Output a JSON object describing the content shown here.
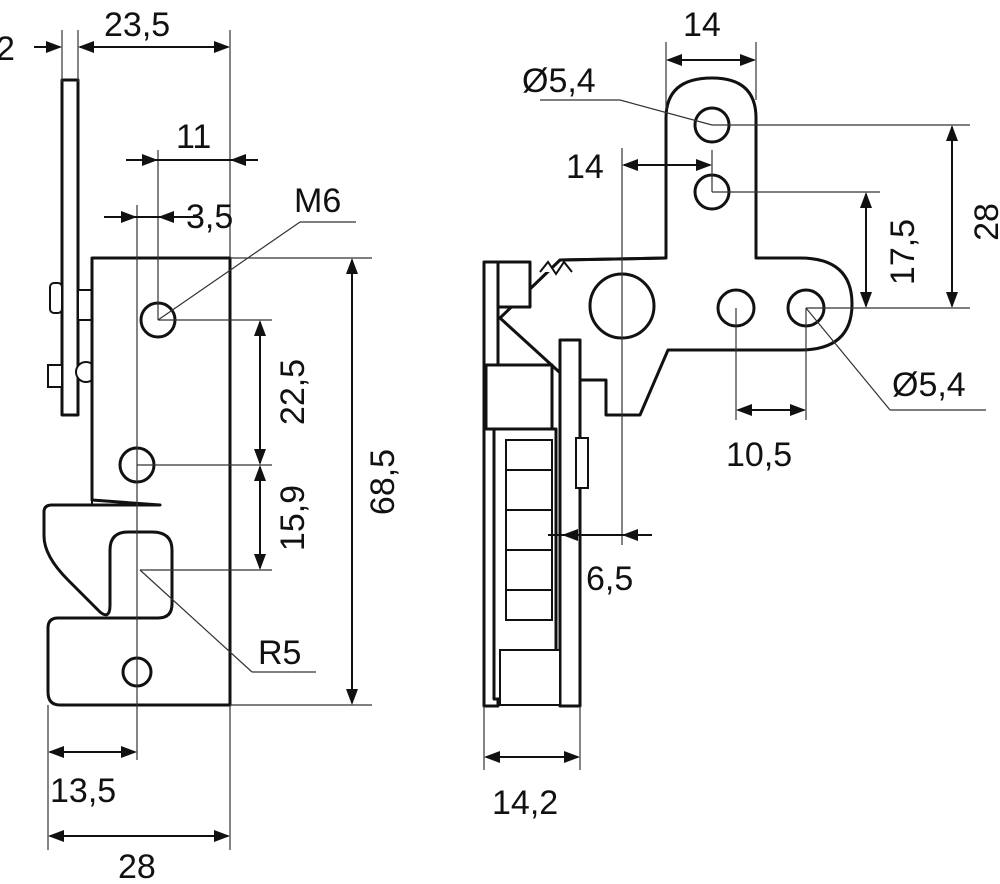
{
  "front_view": {
    "dims": {
      "plate_thickness": "2",
      "plate_to_edge": "23,5",
      "hole_offset": "11",
      "edge_offset": "3,5",
      "thread": "M6",
      "hole_spacing": "22,5",
      "hole_to_slot": "15,9",
      "overall_height": "68,5",
      "slot_radius": "R5",
      "bottom_hole_offset": "13,5",
      "overall_width": "28"
    }
  },
  "side_view": {
    "dims": {
      "lever_width": "14",
      "top_hole_dia": "Ø5,4",
      "pivot_offset": "14",
      "hole_spacing_vertical": "17,5",
      "lever_height": "28",
      "right_hole_dia": "Ø5,4",
      "hole_spacing_horizontal": "10,5",
      "pivot_to_plate": "6,5",
      "body_depth": "14,2"
    }
  }
}
